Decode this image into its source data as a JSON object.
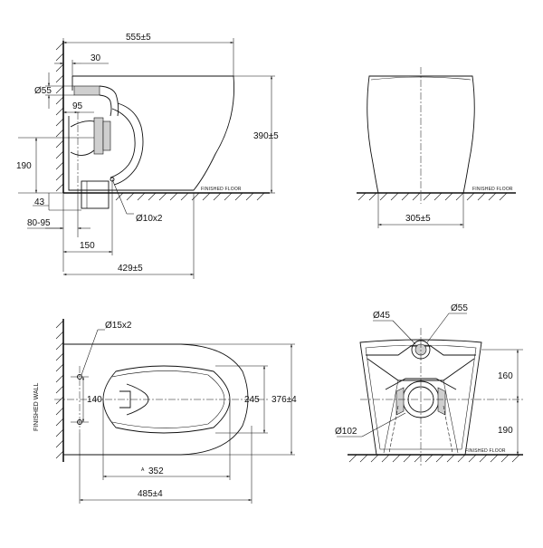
{
  "side_view": {
    "dim_depth_overall": "555±5",
    "dim_wall_offset": "30",
    "dim_inlet": "Ø55",
    "dim_outlet_offset": "95",
    "dim_outlet_height": "190",
    "dim_floor_outlet": "43",
    "dim_wall_range": "80-95",
    "dim_fixing_offset": "150",
    "dim_base_depth": "429±5",
    "dim_height": "390±5",
    "fixing_hole": "Ø10x2",
    "floor_label": "FINISHED FLOOR"
  },
  "front_view": {
    "dim_base_width": "305±5",
    "floor_label": "FINISHED FLOOR"
  },
  "top_view": {
    "wall_label": "FINISHED WALL",
    "fixing_hole": "Ø15x2",
    "dim_hole_spacing": "140",
    "dim_bowl_width": "245",
    "dim_overall_width": "376±4",
    "dim_bowl_length": "352",
    "dim_overall_length": "485±4",
    "mark_a": "A"
  },
  "rear_view": {
    "dim_inlet_small": "Ø45",
    "dim_inlet_large": "Ø55",
    "dim_upper_height": "160",
    "dim_lower_height": "190",
    "dim_outlet": "Ø102",
    "floor_label": "FINISHED FLOOR"
  }
}
